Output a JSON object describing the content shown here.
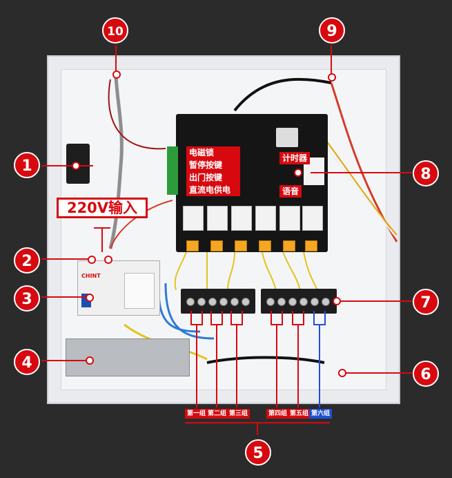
{
  "callouts": [
    "1",
    "2",
    "3",
    "4",
    "5",
    "6",
    "7",
    "8",
    "9",
    "10"
  ],
  "input_label": "220V输入",
  "board_labels": {
    "electromagnetic_lock": "电磁锁",
    "pause_button": "暂停按键",
    "exit_button": "出门按键",
    "dc_power": "直流电供电",
    "timer": "计时器",
    "voice": "语音"
  },
  "groups": [
    "第一组",
    "第二组",
    "第三组",
    "第四组",
    "第五组",
    "第六组"
  ],
  "breaker_brand": "CHINT",
  "colors": {
    "accent": "#d7090f",
    "group_six": "#1f4fd6"
  }
}
